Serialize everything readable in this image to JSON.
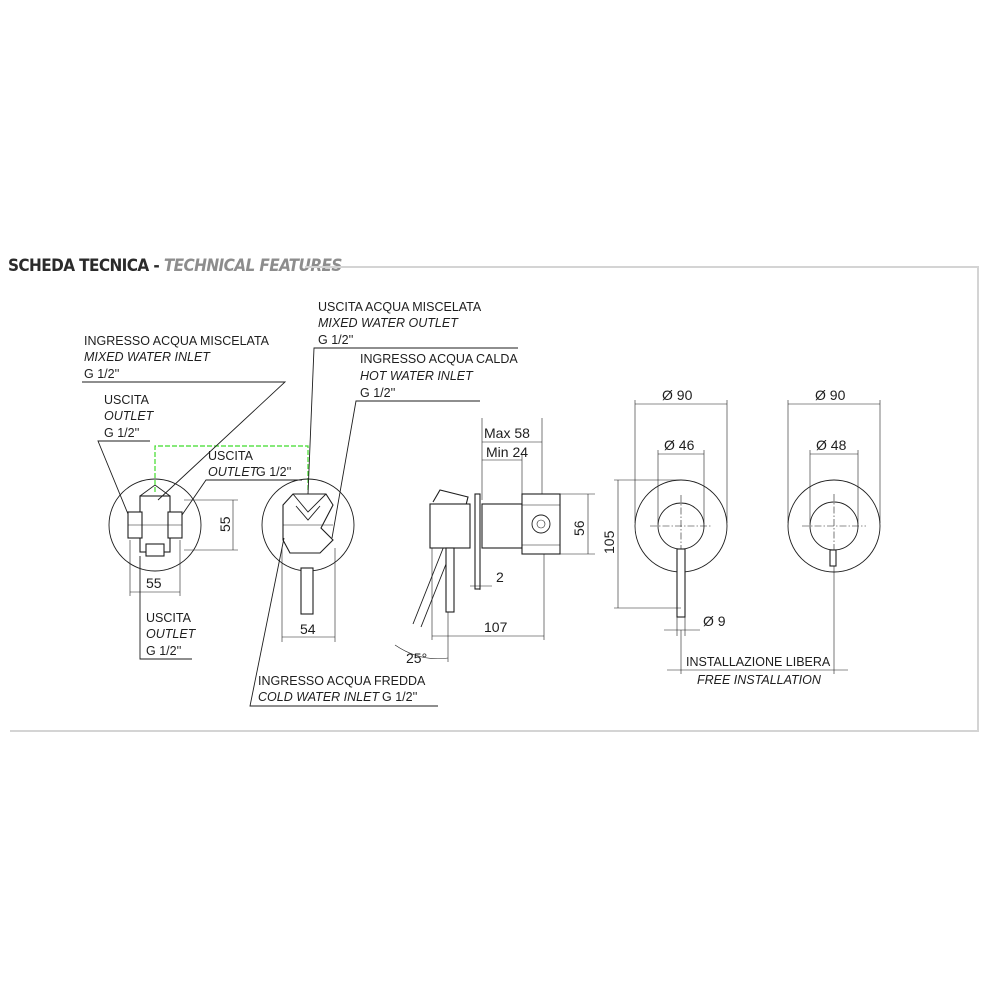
{
  "header": {
    "title_it": "SCHEDA TECNICA",
    "separator": "-",
    "title_en": "TECHNICAL FEATURES"
  },
  "labels": {
    "mixed_inlet": {
      "it": "INGRESSO ACQUA MISCELATA",
      "en": "MIXED WATER INLET",
      "size": "G 1/2''"
    },
    "mixed_outlet": {
      "it": "USCITA ACQUA MISCELATA",
      "en": "MIXED WATER OUTLET",
      "size": "G 1/2''"
    },
    "hot_inlet": {
      "it": "INGRESSO ACQUA CALDA",
      "en": "HOT WATER INLET",
      "size": "G 1/2''"
    },
    "outlet_left": {
      "it": "USCITA",
      "en": "OUTLET",
      "size": "G 1/2''"
    },
    "outlet_mid": {
      "it": "USCITA",
      "en": "OUTLET",
      "size": "G 1/2''"
    },
    "outlet_bottom": {
      "it": "USCITA",
      "en": "OUTLET",
      "size": "G 1/2''"
    },
    "cold_inlet": {
      "it": "INGRESSO ACQUA FREDDA",
      "en": "COLD WATER INLET",
      "size": "G 1/2''"
    },
    "installation": {
      "it": "INSTALLAZIONE LIBERA",
      "en": "FREE INSTALLATION"
    }
  },
  "dimensions": {
    "body_height": "55",
    "body_width": "55",
    "stem_width": "54",
    "max_depth": "Max 58",
    "min_depth": "Min 24",
    "side_height": "56",
    "plate_thickness": "2",
    "total_depth": "107",
    "angle": "25°",
    "plate_height": "105",
    "plate_diameter_a": "Ø 90",
    "inner_diameter_a": "Ø 46",
    "lever_diameter": "Ø 9",
    "plate_diameter_b": "Ø 90",
    "inner_diameter_b": "Ø 48"
  }
}
